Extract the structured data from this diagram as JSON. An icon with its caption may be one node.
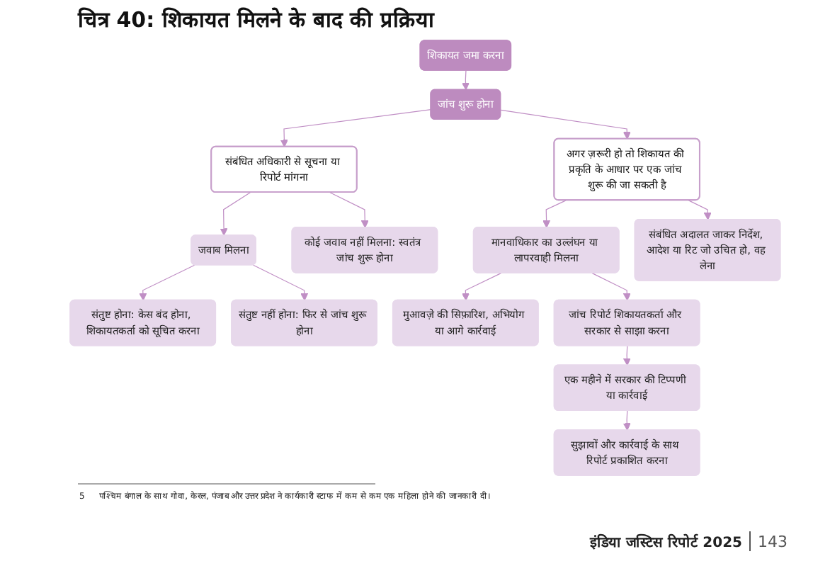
{
  "diagram": {
    "title": "चित्र 40: शिकायत मिलने के बाद की प्रक्रिया",
    "nodes": [
      {
        "text": [
          "शिकायत जमा करना"
        ]
      },
      {
        "text": [
          "जांच शुरू होना"
        ]
      },
      {
        "text": [
          "संबंधित अधिकारी से सूचना या रिपोर्ट मांगना"
        ]
      },
      {
        "text": [
          "अगर ज़रूरी हो तो शिकायत की प्रकृति के आधार पर एक जांच शुरू की जा सकती है"
        ]
      },
      {
        "text": [
          "जवाब मिलना"
        ]
      },
      {
        "text": [
          "कोई जवाब नहीं मिलना: स्वतंत्र जांच शुरू होना"
        ]
      },
      {
        "text": [
          "संतुष्ट होना: केस बंद होना, शिकायतकर्ता को सूचित करना"
        ]
      },
      {
        "text": [
          "संतुष्ट नहीं होना: फिर से जांच शुरू होना"
        ]
      },
      {
        "text": [
          "मानवाधिकार का उल्लंघन या लापरवाही मिलना"
        ]
      },
      {
        "text": [
          "संबंधित अदालत जाकर निर्देश, आदेश या रिट जो उचित हो, वह लेना"
        ]
      },
      {
        "text": [
          "मुआवज़े की सिफ़ारिश, अभियोग या आगे कार्रवाई"
        ]
      },
      {
        "text": [
          "जांच रिपोर्ट शिकायतकर्ता और सरकार से साझा करना"
        ]
      },
      {
        "text": [
          "एक महीने में सरकार की टिप्पणी या कार्रवाई"
        ]
      },
      {
        "text": [
          "सुझावों और कार्रवाई के साथ रिपोर्ट प्रकाशित करना"
        ]
      }
    ],
    "edges": [
      {
        "from": 0,
        "to": 1,
        "arrow": "to"
      },
      {
        "from": 1,
        "to": 2,
        "arrow": "to"
      },
      {
        "from": 1,
        "to": 3,
        "arrow": "to"
      },
      {
        "from": 2,
        "to": 4,
        "arrow": "to"
      },
      {
        "from": 2,
        "to": 5,
        "arrow": "to"
      },
      {
        "from": 4,
        "to": 6,
        "arrow": "to"
      },
      {
        "from": 4,
        "to": 7,
        "arrow": "to"
      },
      {
        "from": 3,
        "to": 8,
        "arrow": "to"
      },
      {
        "from": 3,
        "to": 9,
        "arrow": "to"
      },
      {
        "from": 8,
        "to": 10,
        "arrow": "to"
      },
      {
        "from": 8,
        "to": 11,
        "arrow": "to"
      },
      {
        "from": 11,
        "to": 12,
        "arrow": "to"
      },
      {
        "from": 12,
        "to": 13,
        "arrow": "to"
      }
    ],
    "labels": [
      "5",
      "पश्चिम बंगाल के साथ गोवा, केरल, पंजाब और उत्तर प्रदेश ने कार्यकारी स्टाफ में कम से कम एक महिला होने की जानकारी दी।",
      "इंडिया जस्टिस रिपोर्ट 2025",
      "143"
    ]
  }
}
